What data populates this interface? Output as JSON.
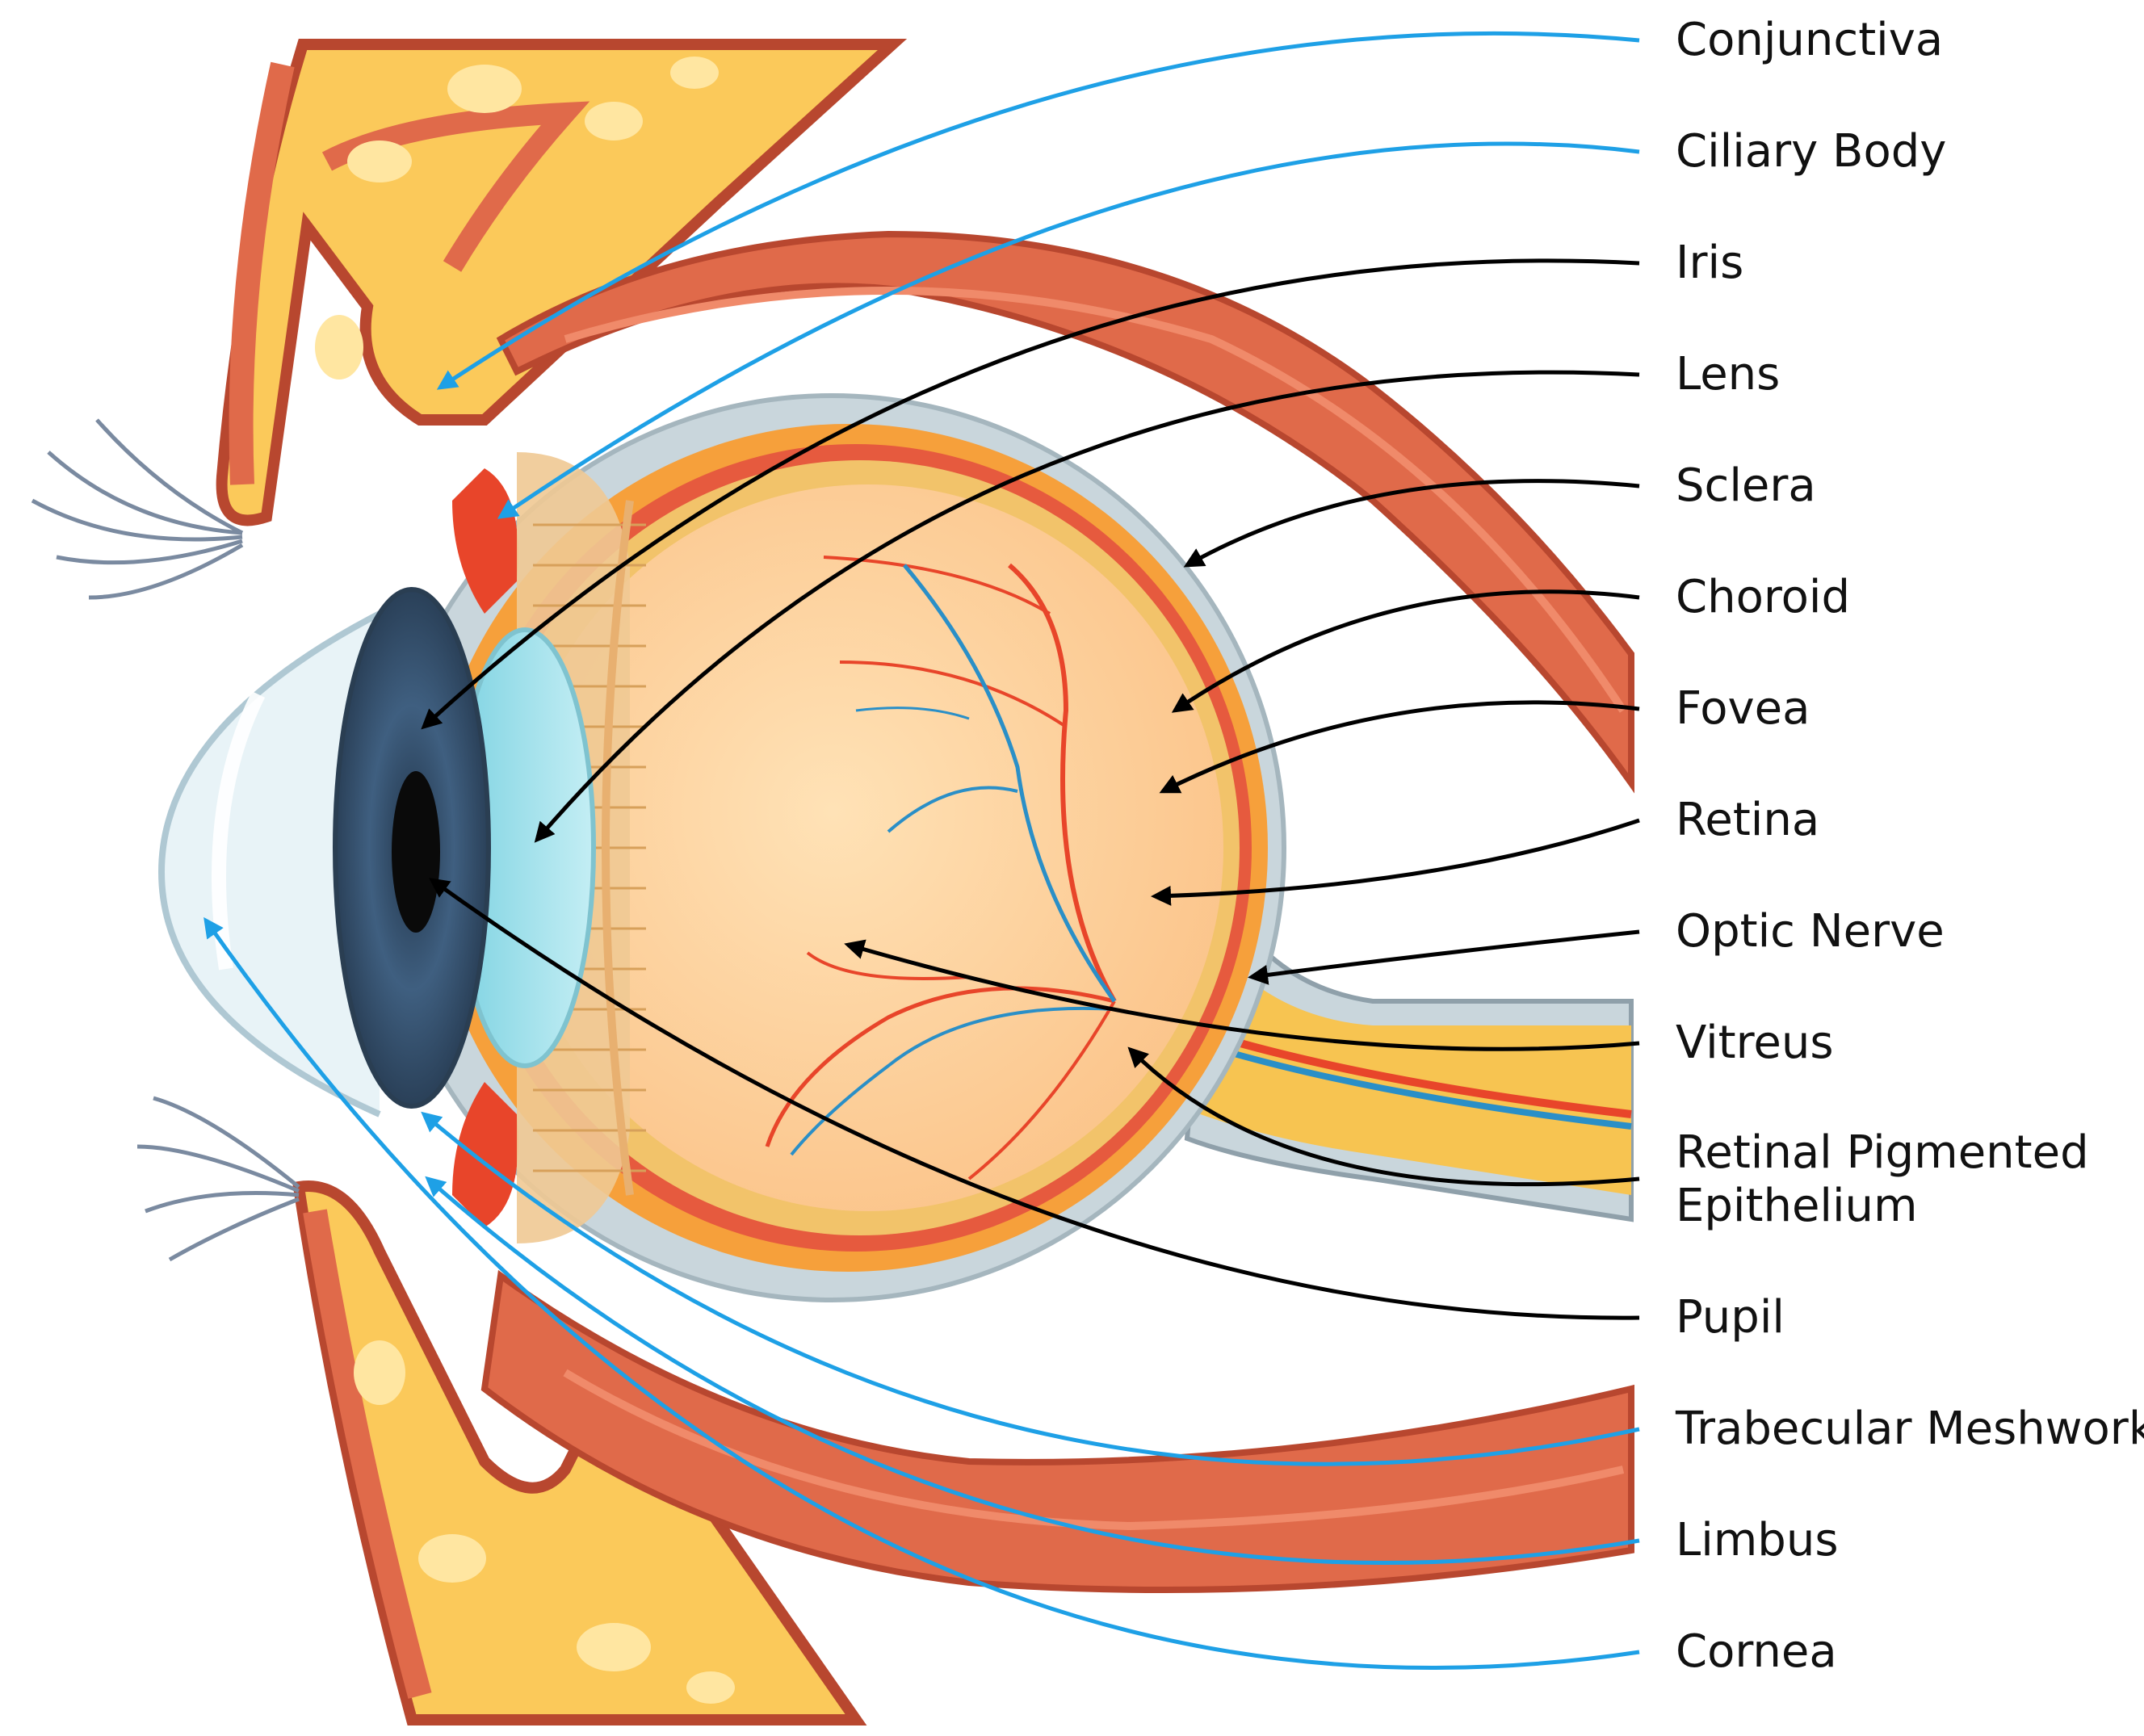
{
  "labels": {
    "conjunctiva": "Conjunctiva",
    "ciliary_body": "Ciliary Body",
    "iris": "Iris",
    "lens": "Lens",
    "sclera": "Sclera",
    "choroid": "Choroid",
    "fovea": "Fovea",
    "retina": "Retina",
    "optic_nerve": "Optic Nerve",
    "vitreus": "Vitreus",
    "rpe_line1": "Retinal Pigmented",
    "rpe_line2": "Epithelium",
    "pupil": "Pupil",
    "trabecular_meshwork": "Trabecular Meshwork",
    "limbus": "Limbus",
    "cornea": "Cornea"
  },
  "colors": {
    "blue_leader": "#1ea0e6",
    "black_leader": "#000000",
    "muscle": "#e06a4a",
    "muscle_dark": "#b8472f",
    "fat": "#fbc95a",
    "fat_light": "#ffe6a1",
    "sclera": "#c9d6dc",
    "choroid": "#f6a03b",
    "retina": "#f2c36a",
    "vitreous": "#ffd9a8",
    "iris": "#3d5b7a",
    "pupil": "#0a0a0a",
    "lens": "#9ee0ea",
    "vessel_red": "#e8452a",
    "vessel_blue": "#2a8fc7"
  }
}
